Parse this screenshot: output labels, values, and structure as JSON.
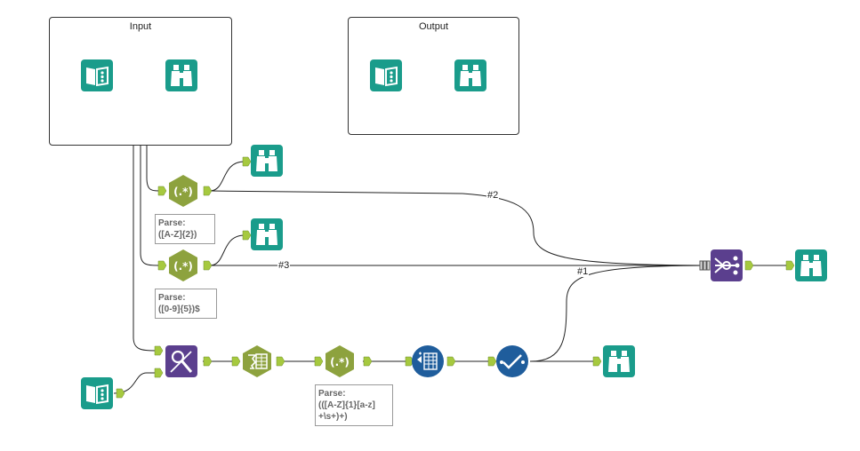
{
  "containers": {
    "input": {
      "title": "Input"
    },
    "output": {
      "title": "Output"
    }
  },
  "annotations": {
    "parse1": {
      "line1": "Parse:",
      "line2": "([A-Z]{2})"
    },
    "parse2": {
      "line1": "Parse:",
      "line2": "([0-9]{5})$"
    },
    "parse3": {
      "line1": "Parse:",
      "line2": "(([A-Z]{1}[a-z]",
      "line3": "+\\s+)+)"
    }
  },
  "connection_labels": {
    "c1": "#1",
    "c2": "#2",
    "c3": "#3"
  },
  "colors": {
    "io_teal": "#1a9c8b",
    "parse_olive": "#8da23e",
    "join_purple": "#5b3f8e",
    "transform_blue": "#1f5d9c",
    "anchor_green": "#a6c93f"
  },
  "icons": {
    "input": "input-data-icon",
    "browse": "browse-icon",
    "regex": "regex-icon",
    "union": "union-icon",
    "fuzzy": "fuzzy-match-icon",
    "textcols": "text-to-columns-icon",
    "crosstab": "crosstab-icon",
    "check": "check-icon"
  }
}
